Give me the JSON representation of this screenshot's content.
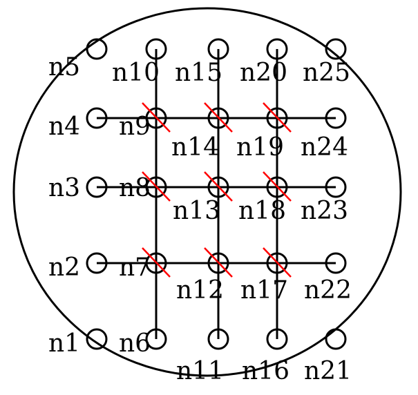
{
  "colors": {
    "stroke": "#000000",
    "cut_mark": "#ff0000",
    "background": "#ffffff"
  },
  "nodes": [
    {
      "id": "n1",
      "label": "n1"
    },
    {
      "id": "n2",
      "label": "n2"
    },
    {
      "id": "n3",
      "label": "n3"
    },
    {
      "id": "n4",
      "label": "n4"
    },
    {
      "id": "n5",
      "label": "n5"
    },
    {
      "id": "n6",
      "label": "n6"
    },
    {
      "id": "n7",
      "label": "n7"
    },
    {
      "id": "n8",
      "label": "n8"
    },
    {
      "id": "n9",
      "label": "n9"
    },
    {
      "id": "n10",
      "label": "n10"
    },
    {
      "id": "n11",
      "label": "n11"
    },
    {
      "id": "n12",
      "label": "n12"
    },
    {
      "id": "n13",
      "label": "n13"
    },
    {
      "id": "n14",
      "label": "n14"
    },
    {
      "id": "n15",
      "label": "n15"
    },
    {
      "id": "n16",
      "label": "n16"
    },
    {
      "id": "n17",
      "label": "n17"
    },
    {
      "id": "n18",
      "label": "n18"
    },
    {
      "id": "n19",
      "label": "n19"
    },
    {
      "id": "n20",
      "label": "n20"
    },
    {
      "id": "n21",
      "label": "n21"
    },
    {
      "id": "n22",
      "label": "n22"
    },
    {
      "id": "n23",
      "label": "n23"
    },
    {
      "id": "n24",
      "label": "n24"
    },
    {
      "id": "n25",
      "label": "n25"
    }
  ],
  "edges": [
    {
      "from": "n2",
      "to": "n22"
    },
    {
      "from": "n3",
      "to": "n23"
    },
    {
      "from": "n4",
      "to": "n24"
    },
    {
      "from": "n6",
      "to": "n10"
    },
    {
      "from": "n11",
      "to": "n15"
    },
    {
      "from": "n16",
      "to": "n20"
    }
  ],
  "cut_nodes": [
    "n7",
    "n8",
    "n9",
    "n12",
    "n13",
    "n14",
    "n17",
    "n18",
    "n19"
  ]
}
